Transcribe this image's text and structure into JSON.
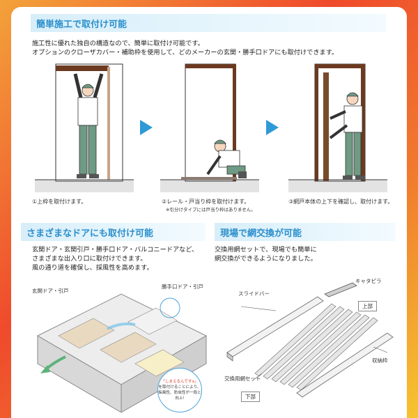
{
  "section1": {
    "title": "簡単施工で取付け可能",
    "desc_line1": "施工性に優れた独自の構造なので、簡単に取付け可能です。",
    "desc_line2": "オプションのクローザカバー・補助枠を使用して、どのメーカーの玄関・勝手口ドアにも取付けできます。",
    "steps": [
      {
        "caption": "①上枠を取付けます。",
        "note": ""
      },
      {
        "caption": "②レール・戸当り枠を取付けます。",
        "note": "※引分けタイプには戸当り枠はありません。"
      },
      {
        "caption": "③網戸本体の上下を確認し、取付けます。",
        "note": ""
      }
    ]
  },
  "section2": {
    "title": "さまざまなドアにも取付け可能",
    "desc_line1": "玄関ドア・玄関引戸・勝手口ドア・バルコニードアなど、",
    "desc_line2": "さまざまな出入り口に取付けできます。",
    "desc_line3": "風の通り道を確保し、採風性を高めます。",
    "label_entrance": "玄関ドア・引戸",
    "label_kitchen": "勝手口ドア・引戸",
    "callout_brand": "「しまえるんですα」",
    "callout_rest": "を取付けることにより、採風性、防虫性が一段と向上!"
  },
  "section3": {
    "title": "現場で網交換が可能",
    "desc_line1": "交換用網セットで、現場でも簡単に",
    "desc_line2": "網交換ができるようになりました。",
    "labels": {
      "slide_bar": "スライドバー",
      "caterpillar": "キャタピラ",
      "upper": "上部",
      "storage_frame": "収納枠",
      "net_set": "交換用網セット",
      "lower": "下部"
    }
  },
  "colors": {
    "accent": "#2b8fcc",
    "arrow": "#2e9ad6",
    "frame_wood": "#6b3a20",
    "worker_pants": "#6f9a84",
    "border_gradient_start": "#f3a23a",
    "border_gradient_end": "#f6c431"
  }
}
